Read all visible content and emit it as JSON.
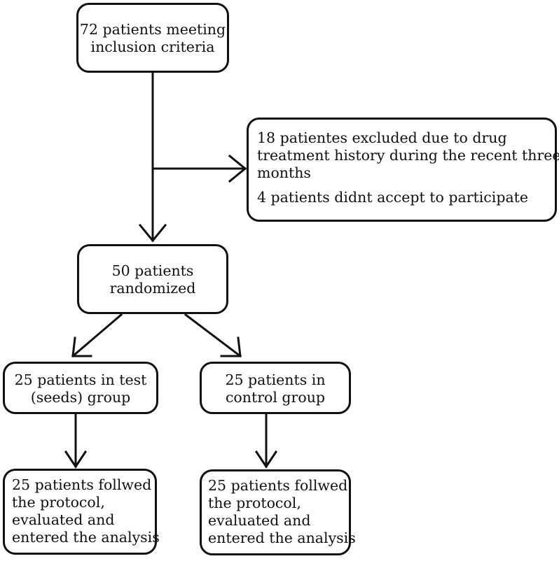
{
  "flowchart": {
    "start": {
      "lines": [
        "72 patients meeting",
        "inclusion criteria"
      ]
    },
    "excluded": {
      "lines": [
        "18 patientes excluded due to drug",
        "treatment history during the recent three",
        "months"
      ],
      "extra": "4 patients didnt accept to participate"
    },
    "randomized": {
      "lines": [
        "50 patients",
        "randomized"
      ]
    },
    "test_group": {
      "lines": [
        "25 patients in test",
        "(seeds) group"
      ]
    },
    "control_group": {
      "lines": [
        "25 patients in",
        "control group"
      ]
    },
    "test_outcome": {
      "lines": [
        "25 patients follwed",
        "the protocol,",
        "evaluated and",
        "entered the analysis"
      ]
    },
    "control_outcome": {
      "lines": [
        "25 patients follwed",
        "the protocol,",
        "evaluated and",
        "entered the analysis"
      ]
    }
  }
}
